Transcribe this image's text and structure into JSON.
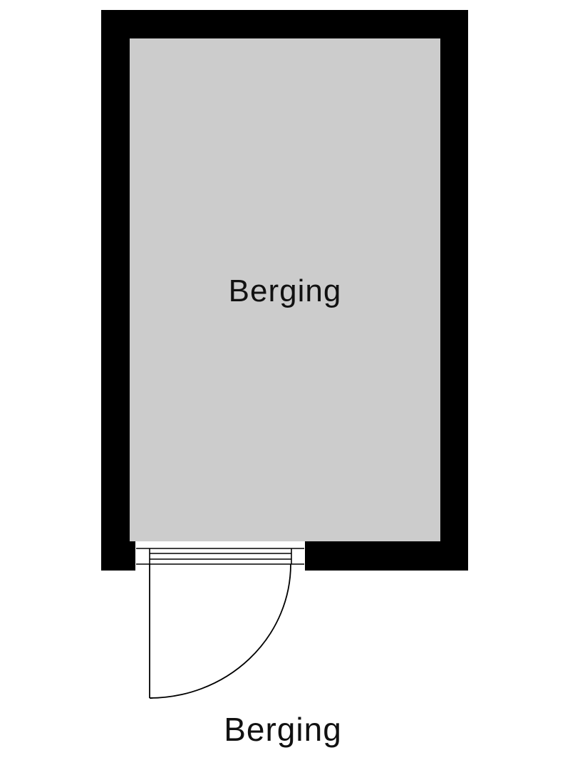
{
  "floorplan": {
    "rooms": [
      {
        "id": "berging",
        "label": "Berging",
        "fill": "#cccccc"
      }
    ],
    "caption": "Berging",
    "colors": {
      "wall": "#000000",
      "room_fill": "#cccccc",
      "background": "#ffffff",
      "line": "#000000"
    },
    "elements": {
      "door": {
        "type": "swing-door",
        "position": "bottom-left",
        "swing": "outward"
      }
    }
  }
}
